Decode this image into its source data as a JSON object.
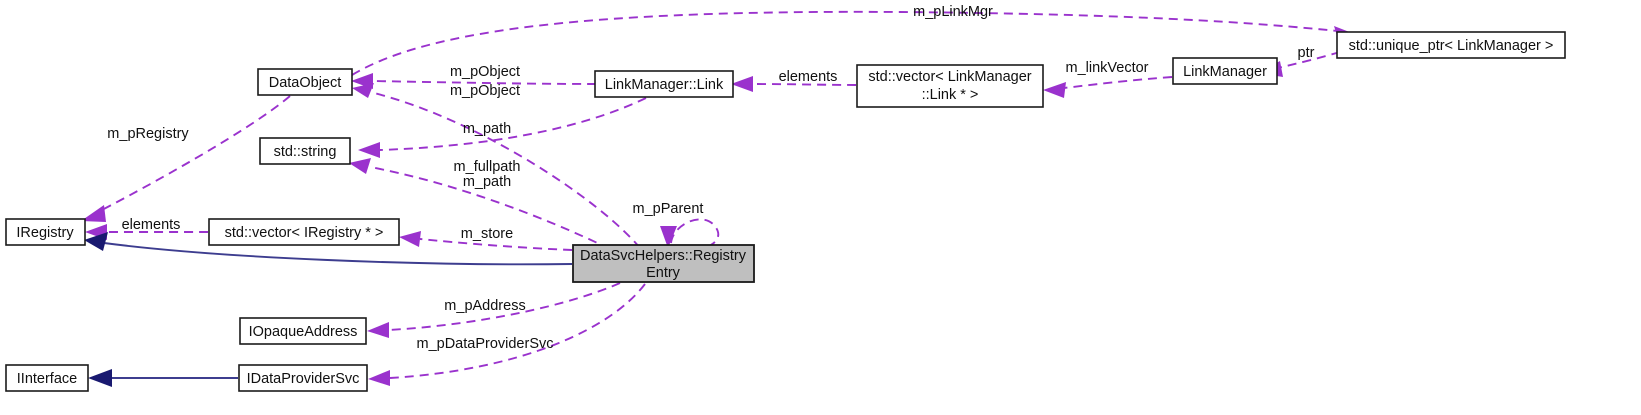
{
  "diagram": {
    "title": "DataSvcHelpers::RegistryEntry Collaboration Diagram",
    "type": "uml-collaboration",
    "colors": {
      "association": "#9a32cd",
      "inheritance": "#191970",
      "highlight_fill": "#bfbfbf",
      "node_fill": "#ffffff",
      "node_stroke": "#1a1a1a",
      "background": "#ffffff"
    },
    "nodes": [
      {
        "id": "registryEntry",
        "label_line1": "DataSvcHelpers::Registry",
        "label_line2": "Entry",
        "highlighted": true
      },
      {
        "id": "dataObject",
        "label_line1": "DataObject",
        "label_line2": "",
        "highlighted": false
      },
      {
        "id": "stdString",
        "label_line1": "std::string",
        "label_line2": "",
        "highlighted": false
      },
      {
        "id": "iRegistry",
        "label_line1": "IRegistry",
        "label_line2": "",
        "highlighted": false
      },
      {
        "id": "vectorIRegistry",
        "label_line1": "std::vector< IRegistry * >",
        "label_line2": "",
        "highlighted": false
      },
      {
        "id": "linkManagerLink",
        "label_line1": "LinkManager::Link",
        "label_line2": "",
        "highlighted": false
      },
      {
        "id": "vectorLink",
        "label_line1": "std::vector< LinkManager",
        "label_line2": "::Link * >",
        "highlighted": false
      },
      {
        "id": "linkManager",
        "label_line1": "LinkManager",
        "label_line2": "",
        "highlighted": false
      },
      {
        "id": "uniquePtrLinkManager",
        "label_line1": "std::unique_ptr< LinkManager >",
        "label_line2": "",
        "highlighted": false
      },
      {
        "id": "iOpaqueAddress",
        "label_line1": "IOpaqueAddress",
        "label_line2": "",
        "highlighted": false
      },
      {
        "id": "iDataProviderSvc",
        "label_line1": "IDataProviderSvc",
        "label_line2": "",
        "highlighted": false
      },
      {
        "id": "iInterface",
        "label_line1": "IInterface",
        "label_line2": "",
        "highlighted": false
      }
    ],
    "edge_labels": [
      {
        "id": "m_pLinkMgr",
        "text": "m_pLinkMgr"
      },
      {
        "id": "m_pObject_1",
        "text": "m_pObject"
      },
      {
        "id": "m_pObject_2",
        "text": "m_pObject"
      },
      {
        "id": "elements_link",
        "text": "elements"
      },
      {
        "id": "m_linkVector",
        "text": "m_linkVector"
      },
      {
        "id": "ptr",
        "text": "ptr"
      },
      {
        "id": "m_pRegistry",
        "text": "m_pRegistry"
      },
      {
        "id": "m_path_1",
        "text": "m_path"
      },
      {
        "id": "m_fullpath",
        "text": "m_fullpath"
      },
      {
        "id": "m_path_2",
        "text": "m_path"
      },
      {
        "id": "m_pParent",
        "text": "m_pParent"
      },
      {
        "id": "elements_registry",
        "text": "elements"
      },
      {
        "id": "m_store",
        "text": "m_store"
      },
      {
        "id": "m_pAddress",
        "text": "m_pAddress"
      },
      {
        "id": "m_pDataProviderSvc",
        "text": "m_pDataProviderSvc"
      }
    ]
  }
}
